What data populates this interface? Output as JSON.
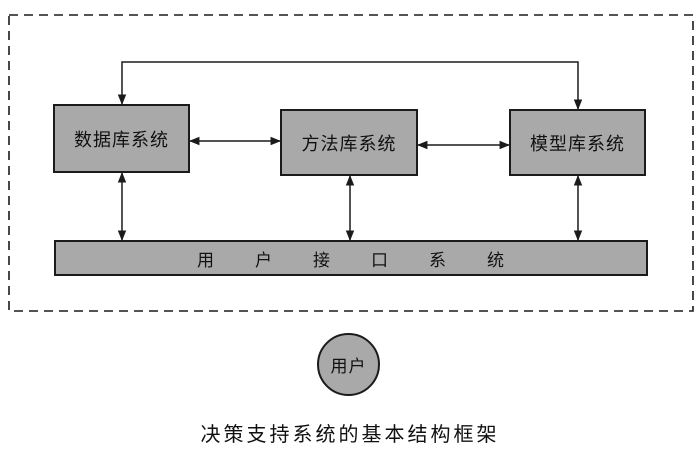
{
  "diagram": {
    "nodes": {
      "database": "数据库系统",
      "methodbase": "方法库系统",
      "modelbase": "模型库系统",
      "ui": "用户接口系统",
      "user": "用户"
    },
    "caption": "决策支持系统的基本结构框架",
    "colors": {
      "box_fill": "#a9a9a9",
      "stroke": "#1b1b1b",
      "background": "#ffffff"
    },
    "edges": [
      {
        "from": "数据库系统",
        "to": "方法库系统",
        "type": "bidirectional"
      },
      {
        "from": "方法库系统",
        "to": "模型库系统",
        "type": "bidirectional"
      },
      {
        "from": "数据库系统",
        "to": "模型库系统",
        "type": "bidirectional"
      },
      {
        "from": "数据库系统",
        "to": "用户接口系统",
        "type": "bidirectional"
      },
      {
        "from": "方法库系统",
        "to": "用户接口系统",
        "type": "bidirectional"
      },
      {
        "from": "模型库系统",
        "to": "用户接口系统",
        "type": "bidirectional"
      }
    ],
    "boundary": "dashed"
  }
}
